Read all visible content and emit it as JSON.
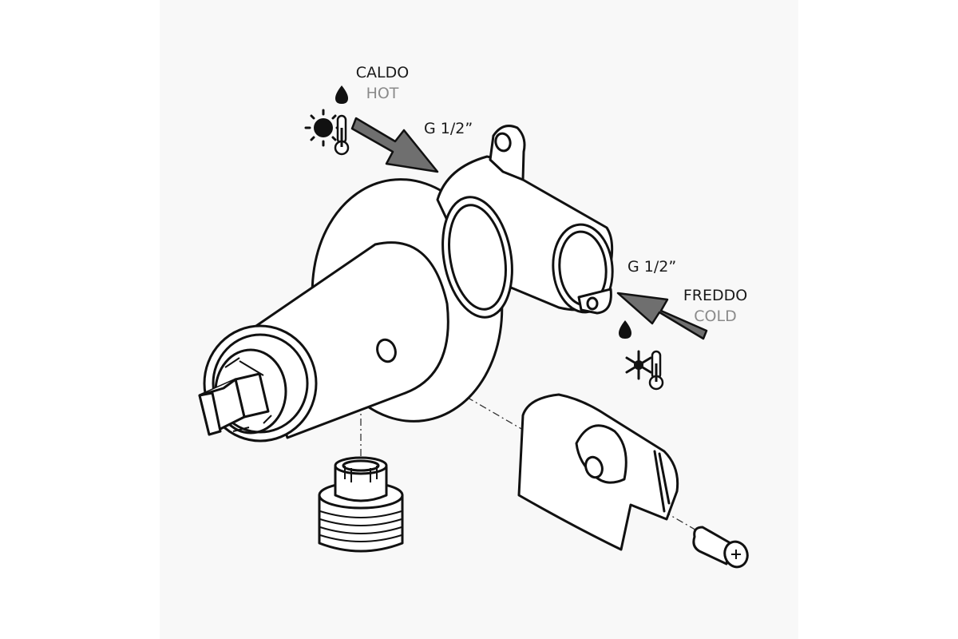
{
  "labels": {
    "hot_it": "CALDO",
    "hot_en": "HOT",
    "cold_it": "FREDDO",
    "cold_en": "COLD",
    "thread_hot": "G 1/2”",
    "thread_cold": "G 1/2”"
  },
  "colors": {
    "primary_text": "#1a1a1a",
    "secondary_text": "#8a8a8a",
    "arrow_fill": "#6f6f6f",
    "line": "#111111",
    "page_background": "#f8f8f8"
  },
  "icons": [
    "water-drop-icon",
    "sun-icon",
    "thermometer-icon",
    "snowflake-icon",
    "direction-arrow-icon"
  ]
}
